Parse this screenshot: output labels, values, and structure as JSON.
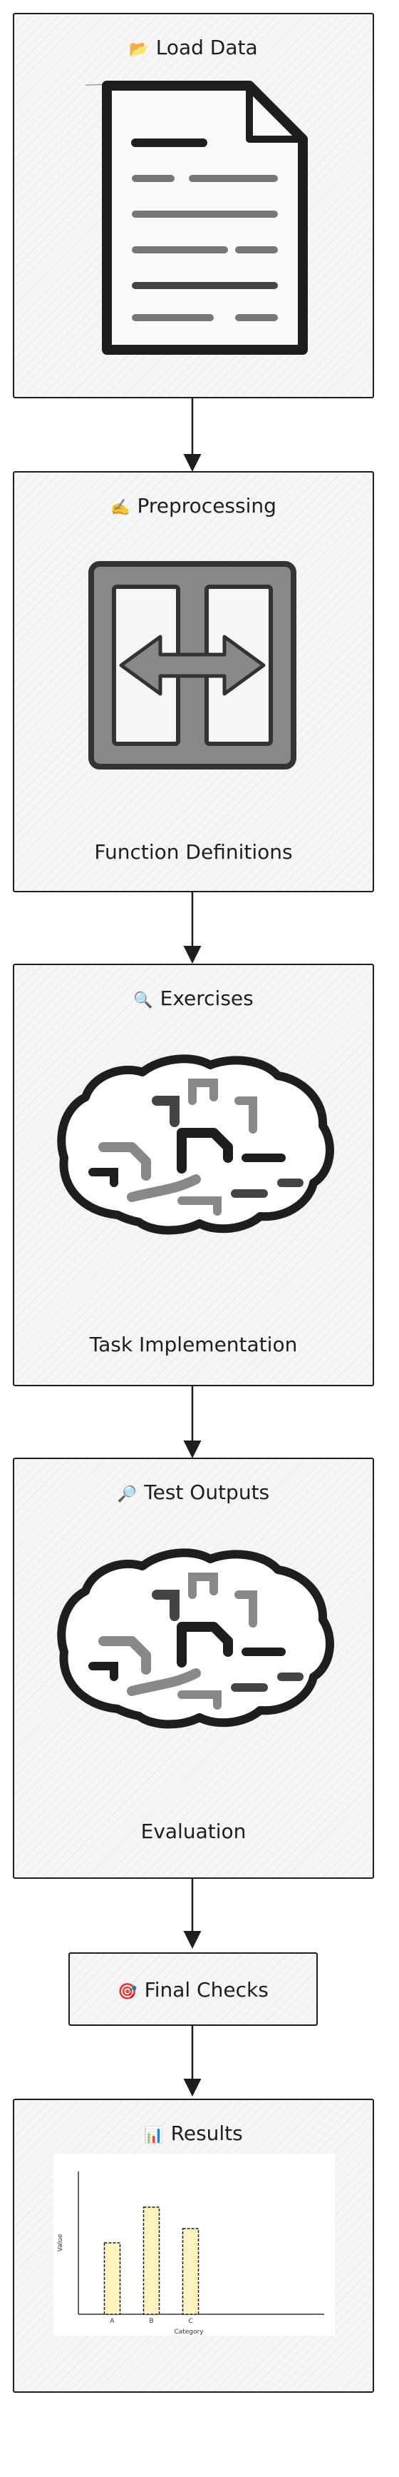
{
  "nodes": [
    {
      "emoji": "📂",
      "title": "Load Data",
      "caption": ""
    },
    {
      "emoji": "✍️",
      "title": "Preprocessing",
      "caption": "Function Definitions"
    },
    {
      "emoji": "🔍",
      "title": "Exercises",
      "caption": "Task Implementation"
    },
    {
      "emoji": "🔎",
      "title": "Test Outputs",
      "caption": "Evaluation"
    },
    {
      "emoji": "🎯",
      "title": "Final Checks",
      "caption": ""
    },
    {
      "emoji": "📊",
      "title": "Results",
      "caption": ""
    }
  ],
  "icons": [
    "document-icon",
    "split-arrows-icon",
    "brain-maze-icon",
    "brain-maze-icon"
  ],
  "colors": {
    "stroke": "#1e1e1e",
    "fill": "#f6f6f6",
    "bar_fill": "#fff3bf"
  },
  "chart_data": {
    "type": "bar",
    "categories": [
      "A",
      "B",
      "C"
    ],
    "values": [
      10,
      15,
      12
    ],
    "xlabel": "Category",
    "ylabel": "Value",
    "ylim": [
      0,
      20
    ]
  }
}
